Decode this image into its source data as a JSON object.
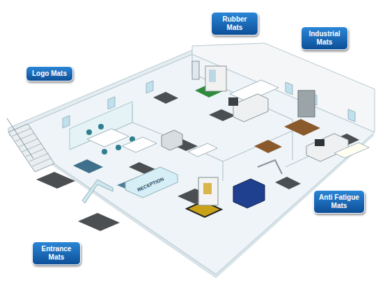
{
  "diagram": {
    "nodes": [
      {
        "text": [
          "Rubber Mats"
        ]
      },
      {
        "text": [
          "Industrial Mats"
        ]
      },
      {
        "text": [
          "Logo Mats"
        ]
      },
      {
        "text": [
          "Anti Fatigue Mats"
        ]
      },
      {
        "text": [
          "Entrance Mats"
        ]
      }
    ],
    "labels": [
      "RECEPTION"
    ]
  }
}
